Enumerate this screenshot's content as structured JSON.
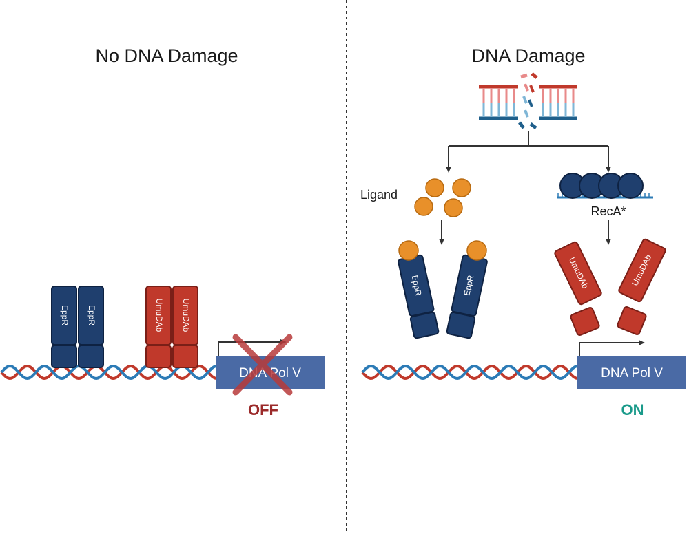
{
  "left_panel": {
    "title": "No DNA Damage",
    "eppr_labels": [
      "EppR",
      "EppR"
    ],
    "umudab_labels": [
      "UmuDAb",
      "UmuDAb"
    ],
    "gene_label": "DNA Pol V",
    "state_label": "OFF"
  },
  "right_panel": {
    "title": "DNA Damage",
    "ligand_label": "Ligand",
    "reca_label": "RecA*",
    "eppr_labels": [
      "EppR",
      "EppR"
    ],
    "umudab_labels": [
      "UmuDAb",
      "UmuDAb"
    ],
    "gene_label": "DNA Pol V",
    "state_label": "ON"
  },
  "colors": {
    "eppr": "#1f3f6e",
    "umudab": "#c0392b",
    "ligand": "#e8902a",
    "gene_box": "#4a6aa5",
    "dna_red": "#c0392b",
    "dna_blue": "#2c7bb6",
    "off": "#9b2a2a",
    "on": "#1a9a8a"
  }
}
